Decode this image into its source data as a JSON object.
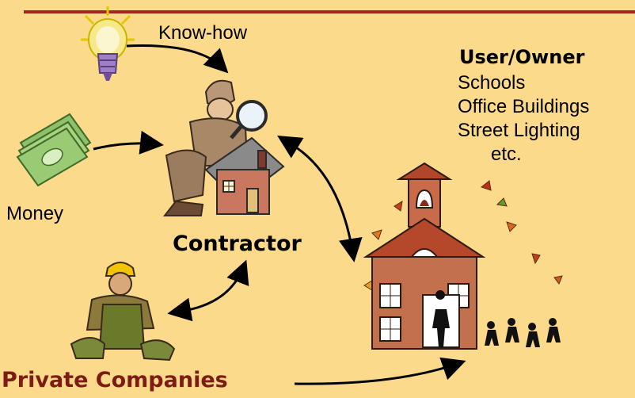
{
  "labels": {
    "know_how": "Know-how",
    "money": "Money",
    "contractor": "Contractor",
    "private_companies": "Private Companies",
    "user_owner_heading": "User/Owner",
    "user_owner_items": [
      "Schools",
      "Office Buildings",
      "Street Lighting",
      "etc."
    ]
  },
  "colors": {
    "background": "#FCDA8B",
    "rule": "#9E2A22",
    "heading_accent": "#7E1B14",
    "arrow": "#000000"
  },
  "icons": {
    "lightbulb": "lightbulb-icon",
    "money": "money-stack-icon",
    "detective": "detective-with-house-icon",
    "worker": "worker-icon",
    "schoolhouse": "schoolhouse-icon"
  }
}
